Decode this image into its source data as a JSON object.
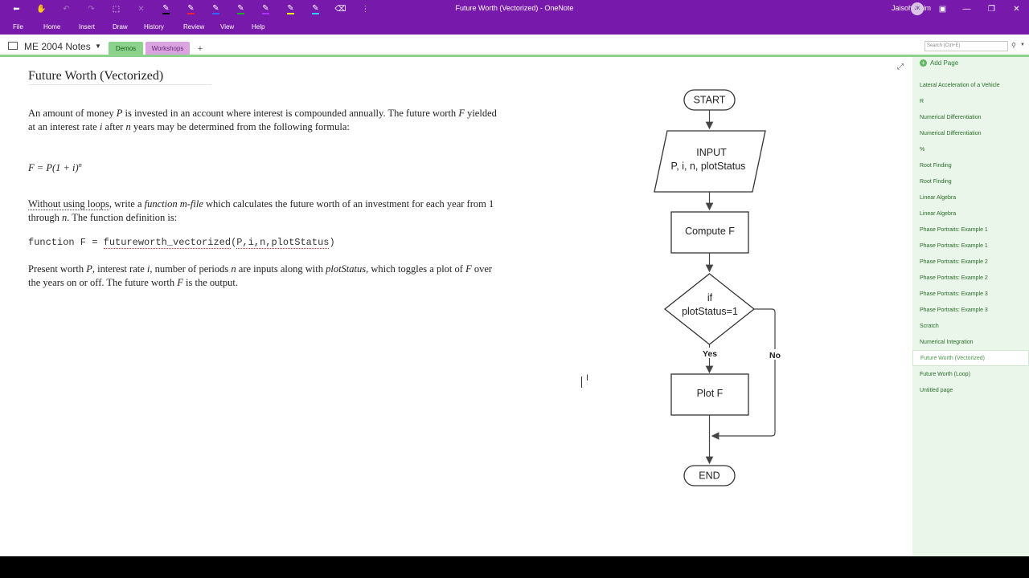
{
  "titlebar": {
    "window_title": "Future Worth (Vectorized)  -  OneNote",
    "user_name": "Jaisohn Kim",
    "avatar_initials": "JK"
  },
  "menu": [
    "File",
    "Home",
    "Insert",
    "Draw",
    "History",
    "Review",
    "View",
    "Help"
  ],
  "notebook": {
    "name": "ME 2004 Notes",
    "sections": [
      "Demos",
      "Workshops"
    ],
    "add_section": "+"
  },
  "search": {
    "placeholder": "Search (Ctrl+E)"
  },
  "page": {
    "title": "Future Worth (Vectorized)",
    "p1_a": "An amount of money ",
    "p1_P": "P",
    "p1_b": " is invested in an account where interest is compounded annually. The future worth ",
    "p1_F": "F",
    "p1_c": " yielded",
    "p1_d": "at an interest rate ",
    "p1_i": "i",
    "p1_e": " after ",
    "p1_n": "n",
    "p1_f": " years may be determined from the following formula:",
    "formula_lhs": "F = P(1 + i)",
    "formula_exp": "n",
    "p2_a": "Without using loops",
    "p2_b": ", write a ",
    "p2_c": "function m-file",
    "p2_d": " which calculates the future worth of an investment for each year from 1",
    "p2_e": "through ",
    "p2_n": "n",
    "p2_f": ". The function definition is:",
    "code_a": "function F = ",
    "code_fn": "futureworth_vectorized",
    "code_b": "(",
    "code_args": "P,i,n,plotStatus",
    "code_c": ")",
    "p3_a": "Present worth ",
    "p3_P": "P",
    "p3_b": ", interest rate ",
    "p3_i": "i",
    "p3_c": ", number of periods ",
    "p3_n": "n",
    "p3_d": " are inputs along with ",
    "p3_ps": "plotStatus",
    "p3_e": ", which toggles a plot of ",
    "p3_F": "F",
    "p3_f": " over",
    "p3_g": "the years on or off. The future worth ",
    "p3_F2": "F",
    "p3_h": " is the output."
  },
  "flowchart": {
    "start": "START",
    "input_1": "INPUT",
    "input_2": "P, i, n, plotStatus",
    "compute": "Compute F",
    "decision_1": "if",
    "decision_2": "plotStatus=1",
    "yes": "Yes",
    "no": "No",
    "plot": "Plot F",
    "end": "END"
  },
  "sidebar": {
    "add_page": "Add Page",
    "pages": [
      "Lateral Acceleration of a Vehicle",
      "R",
      "Numerical Differentiation",
      "Numerical Differentiation",
      "%",
      "Root Finding",
      "Root Finding",
      "Linear Algebra",
      "Linear Algebra",
      "Phase Portraits: Example 1",
      "Phase Portraits: Example 1",
      "Phase Portraits: Example 2",
      "Phase Portraits: Example 2",
      "Phase Portraits: Example 3",
      "Phase Portraits: Example 3",
      "Scratch",
      "Numerical Integration",
      "Future Worth (Vectorized)",
      "Future Worth (Loop)",
      "Untitled page"
    ],
    "selected_index": 17
  },
  "colors": {
    "onenote_purple": "#7719aa",
    "section_demos": "#8cd28c",
    "section_workshops": "#d9a4e0",
    "sidebar_bg": "#e9f6e9"
  }
}
